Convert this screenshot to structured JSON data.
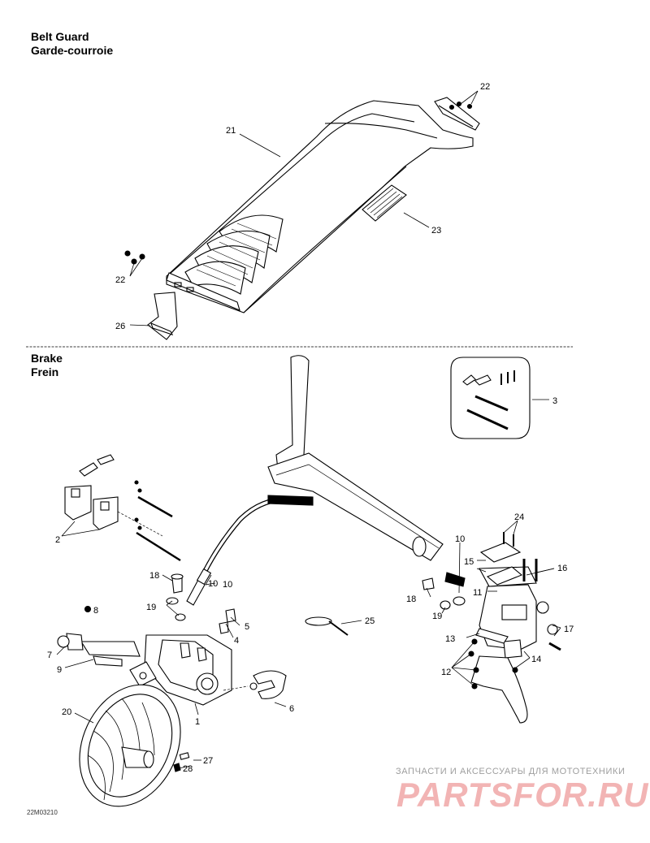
{
  "belt_guard": {
    "title_en": "Belt Guard",
    "title_fr": "Garde-courroie",
    "callouts": [
      "21",
      "22",
      "22",
      "23",
      "26"
    ]
  },
  "brake": {
    "title_en": "Brake",
    "title_fr": "Frein",
    "callouts": [
      "1",
      "2",
      "3",
      "4",
      "5",
      "6",
      "7",
      "8",
      "9",
      "10",
      "10",
      "10",
      "11",
      "12",
      "13",
      "14",
      "15",
      "16",
      "17",
      "18",
      "18",
      "19",
      "19",
      "20",
      "24",
      "25",
      "27",
      "28"
    ]
  },
  "watermark": {
    "small": "ЗАПЧАСТИ И АКСЕССУАРЫ ДЛЯ МОТОТЕХНИКИ",
    "big": "PARTSFOR.RU",
    "color": "#f2b4b4"
  },
  "drawing_code": "22M03210"
}
